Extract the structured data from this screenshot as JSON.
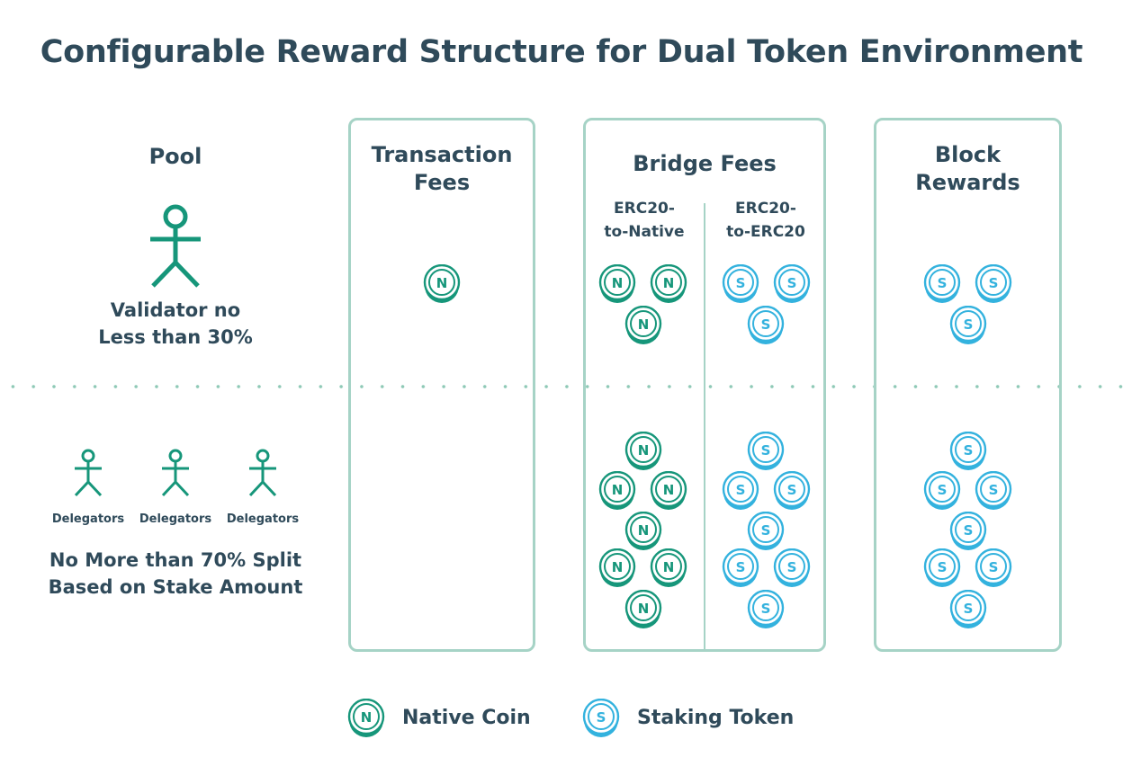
{
  "title": "Configurable Reward Structure for Dual Token Environment",
  "pool": {
    "heading": "Pool",
    "validator_line1": "Validator no",
    "validator_line2": "Less than 30%",
    "delegator_label": "Delegators",
    "delegators_line1": "No More than 70% Split",
    "delegators_line2": "Based on Stake Amount"
  },
  "columns": {
    "transaction_fees": {
      "line1": "Transaction",
      "line2": "Fees"
    },
    "bridge_fees": {
      "heading": "Bridge Fees",
      "left_line1": "ERC20-",
      "left_line2": "to-Native",
      "right_line1": "ERC20-",
      "right_line2": "to-ERC20"
    },
    "block_rewards": {
      "line1": "Block",
      "line2": "Rewards"
    }
  },
  "coin_letters": {
    "native": "N",
    "staking": "S"
  },
  "colors": {
    "native": "#16967a",
    "staking": "#33b2de",
    "panel_border": "#a6d3c6",
    "text": "#2f4a5a"
  },
  "legend": {
    "native": "Native Coin",
    "staking": "Staking Token"
  }
}
